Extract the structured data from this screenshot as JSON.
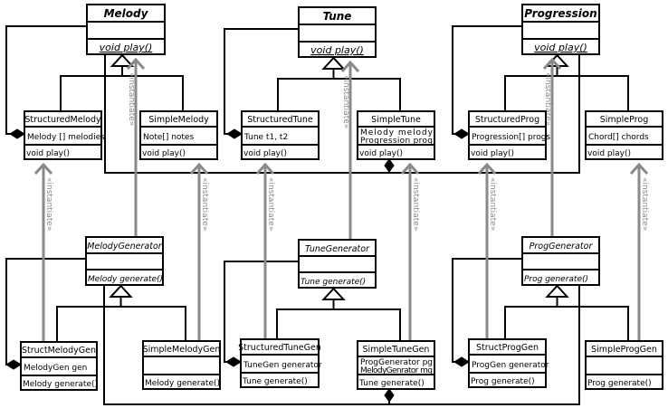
{
  "diagram": {
    "colors": {
      "line": "#000000",
      "instantiate": "#8a8a8a",
      "background": "#ffffff"
    },
    "instantiate_label": "«instantiate»",
    "classes": {
      "melody": {
        "name": "Melody",
        "abstract": true,
        "attributes": [],
        "methods": [
          "void play()"
        ]
      },
      "structured_melody": {
        "name": "StructuredMelody",
        "attributes": [
          "Melody [] melodies"
        ],
        "methods": [
          "void play()"
        ]
      },
      "simple_melody": {
        "name": "SimpleMelody",
        "attributes": [
          "Note[] notes"
        ],
        "methods": [
          "void play()"
        ]
      },
      "tune": {
        "name": "Tune",
        "abstract": true,
        "attributes": [],
        "methods": [
          "void play()"
        ]
      },
      "structured_tune": {
        "name": "StructuredTune",
        "attributes": [
          "Tune t1, t2"
        ],
        "methods": [
          "void play()"
        ]
      },
      "simple_tune": {
        "name": "SimpleTune",
        "attributes": [
          "Melody melody",
          "Progression prog"
        ],
        "methods": [
          "void play()"
        ]
      },
      "progression": {
        "name": "Progression",
        "abstract": true,
        "attributes": [],
        "methods": [
          "void play()"
        ]
      },
      "structured_prog": {
        "name": "StructuredProg",
        "attributes": [
          "Progression[] progs"
        ],
        "methods": [
          "void play()"
        ]
      },
      "simple_prog": {
        "name": "SimpleProg",
        "attributes": [
          "Chord[] chords"
        ],
        "methods": [
          "void play()"
        ]
      },
      "melody_generator": {
        "name": "MelodyGenerator",
        "abstract": true,
        "attributes": [],
        "methods": [
          "Melody generate()"
        ]
      },
      "struct_melody_gen": {
        "name": "StructMelodyGen",
        "attributes": [
          "MelodyGen gen"
        ],
        "methods": [
          "Melody generate()"
        ]
      },
      "simple_melody_gen": {
        "name": "SimpleMelodyGen",
        "attributes": [],
        "methods": [
          "Melody generate()"
        ]
      },
      "tune_generator": {
        "name": "TuneGenerator",
        "abstract": true,
        "attributes": [],
        "methods": [
          "Tune generate()"
        ]
      },
      "structured_tune_gen": {
        "name": "StructuredTuneGen",
        "attributes": [
          "TuneGen generator"
        ],
        "methods": [
          "Tune generate()"
        ]
      },
      "simple_tune_gen": {
        "name": "SimpleTuneGen",
        "attributes": [
          "ProgGenerator pg",
          "MelodyGenrator mg"
        ],
        "methods": [
          "Tune generate()"
        ]
      },
      "prog_generator": {
        "name": "ProgGenerator",
        "abstract": true,
        "attributes": [],
        "methods": [
          "Prog generate()"
        ]
      },
      "struct_prog_gen": {
        "name": "StructProgGen",
        "attributes": [
          "ProgGen generator"
        ],
        "methods": [
          "Prog generate()"
        ]
      },
      "simple_prog_gen": {
        "name": "SimpleProgGen",
        "attributes": [],
        "methods": [
          "Prog generate()"
        ]
      }
    },
    "generalizations": [
      {
        "parent": "melody",
        "children": [
          "structured_melody",
          "simple_melody"
        ]
      },
      {
        "parent": "tune",
        "children": [
          "structured_tune",
          "simple_tune"
        ]
      },
      {
        "parent": "progression",
        "children": [
          "structured_prog",
          "simple_prog"
        ]
      },
      {
        "parent": "melody_generator",
        "children": [
          "struct_melody_gen",
          "simple_melody_gen"
        ]
      },
      {
        "parent": "tune_generator",
        "children": [
          "structured_tune_gen",
          "simple_tune_gen"
        ]
      },
      {
        "parent": "prog_generator",
        "children": [
          "struct_prog_gen",
          "simple_prog_gen"
        ]
      }
    ],
    "compositions": [
      {
        "whole": "structured_melody",
        "part": "melody"
      },
      {
        "whole": "structured_tune",
        "part": "tune"
      },
      {
        "whole": "structured_prog",
        "part": "progression"
      },
      {
        "whole": "simple_tune",
        "parts": [
          "melody",
          "progression"
        ]
      },
      {
        "whole": "struct_melody_gen",
        "part": "melody_generator"
      },
      {
        "whole": "structured_tune_gen",
        "part": "tune_generator"
      },
      {
        "whole": "struct_prog_gen",
        "part": "prog_generator"
      },
      {
        "whole": "simple_tune_gen",
        "parts": [
          "melody_generator",
          "prog_generator"
        ]
      }
    ],
    "instantiations": [
      {
        "from": "struct_melody_gen",
        "to": "structured_melody"
      },
      {
        "from": "melody_generator",
        "to": "melody"
      },
      {
        "from": "simple_melody_gen",
        "to": "simple_melody"
      },
      {
        "from": "structured_tune_gen",
        "to": "structured_tune"
      },
      {
        "from": "tune_generator",
        "to": "tune"
      },
      {
        "from": "simple_tune_gen",
        "to": "simple_tune"
      },
      {
        "from": "struct_prog_gen",
        "to": "structured_prog"
      },
      {
        "from": "prog_generator",
        "to": "progression"
      },
      {
        "from": "simple_prog_gen",
        "to": "simple_prog"
      }
    ]
  }
}
